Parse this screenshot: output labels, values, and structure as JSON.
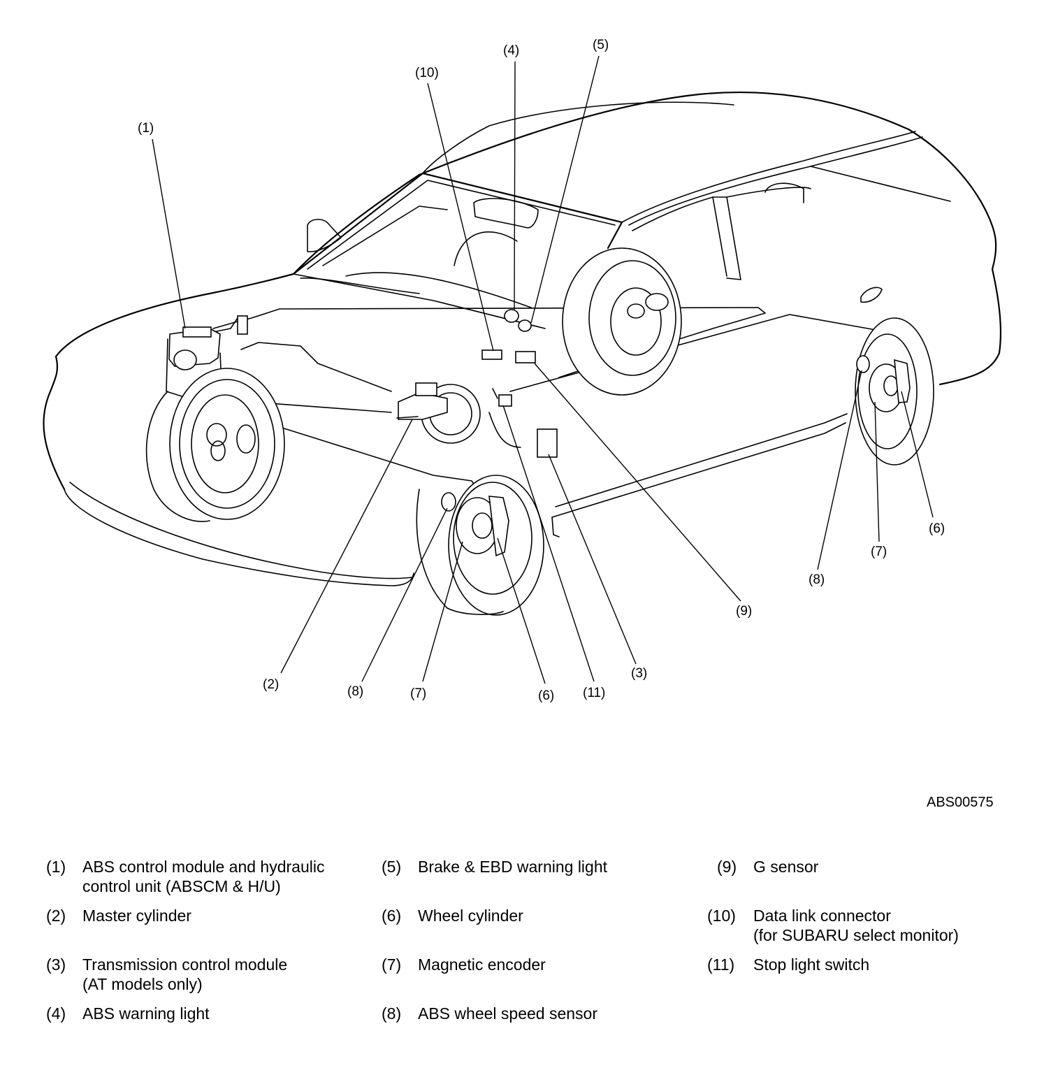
{
  "figure_id": "ABS00575",
  "callouts": {
    "c1": "(1)",
    "c2": "(2)",
    "c3": "(3)",
    "c4": "(4)",
    "c5": "(5)",
    "c6": "(6)",
    "c7": "(7)",
    "c8": "(8)",
    "c9": "(9)",
    "c10": "(10)",
    "c11": "(11)"
  },
  "legend": [
    {
      "num": "(1)",
      "line1": "ABS control module and hydraulic",
      "line2": "control unit (ABSCM & H/U)"
    },
    {
      "num": "(2)",
      "line1": "Master cylinder",
      "line2": ""
    },
    {
      "num": "(3)",
      "line1": "Transmission control module",
      "line2": "(AT models only)"
    },
    {
      "num": "(4)",
      "line1": "ABS warning light",
      "line2": ""
    },
    {
      "num": "(5)",
      "line1": "Brake & EBD warning light",
      "line2": ""
    },
    {
      "num": "(6)",
      "line1": "Wheel cylinder",
      "line2": ""
    },
    {
      "num": "(7)",
      "line1": "Magnetic encoder",
      "line2": ""
    },
    {
      "num": "(8)",
      "line1": "ABS wheel speed sensor",
      "line2": ""
    },
    {
      "num": "(9)",
      "line1": "G sensor",
      "line2": ""
    },
    {
      "num": "(10)",
      "line1": "Data link connector",
      "line2": "(for SUBARU select monitor)"
    },
    {
      "num": "(11)",
      "line1": "Stop light switch",
      "line2": ""
    }
  ]
}
